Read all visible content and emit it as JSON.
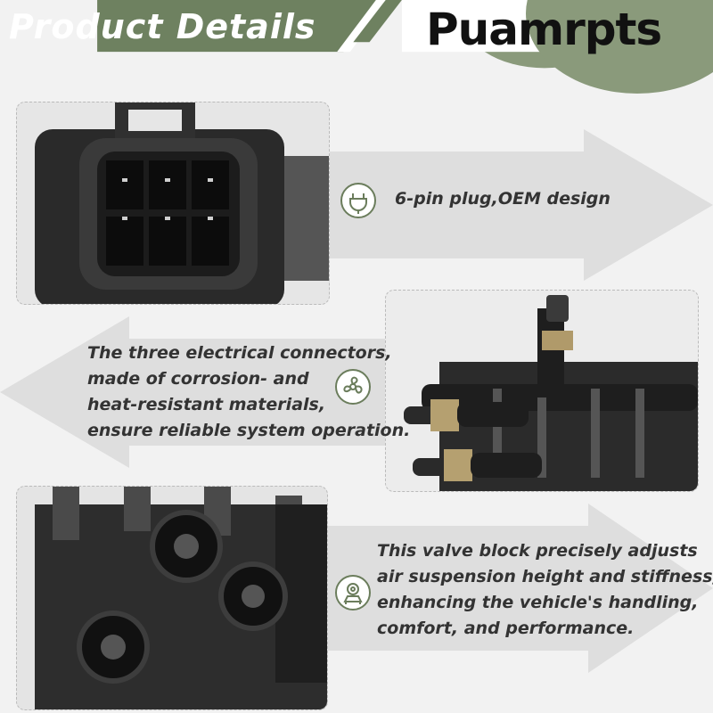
{
  "header": {
    "title": "Product  Details",
    "brand": "Puamrpts"
  },
  "colors": {
    "accent_green": "#6e8160",
    "brand_circle": "#8a9a7b",
    "arrow_gray": "#dedede",
    "text": "#333333"
  },
  "sections": [
    {
      "icon": "plug-icon",
      "lines": [
        "6-pin plug,OEM design"
      ]
    },
    {
      "icon": "fan-icon",
      "lines": [
        "The three electrical connectors,",
        "made of corrosion- and",
        "heat-resistant materials,",
        "ensure reliable system operation."
      ]
    },
    {
      "icon": "suspension-icon",
      "lines": [
        "This valve block precisely adjusts",
        "air suspension height and stiffness,",
        "enhancing the vehicle's handling,",
        "comfort, and performance."
      ]
    }
  ]
}
